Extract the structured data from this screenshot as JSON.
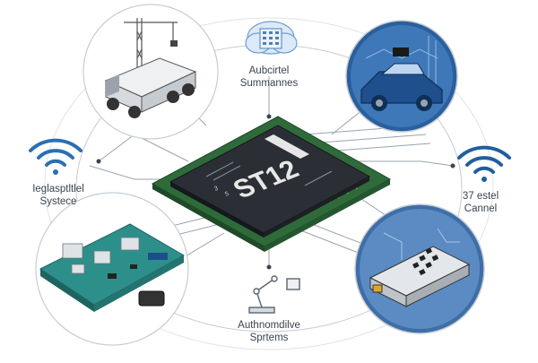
{
  "chip": {
    "label": "ST12",
    "fine_print": "",
    "small_marks": [
      "3",
      "5"
    ]
  },
  "labels": {
    "top": [
      "Aubcirtel",
      "Summannes"
    ],
    "left": [
      "Ieglasptltlel",
      "Systece"
    ],
    "right": [
      "37 estel",
      "Cannel"
    ],
    "bottom": [
      "Authnomdilve",
      "Sprtems"
    ]
  },
  "icons": {
    "top": "cloud-building-icon",
    "left": "wifi-icon",
    "right": "wifi-icon",
    "bottom": "robot-arm-icon"
  },
  "colors": {
    "chip_body": "#2b2f35",
    "pcb_green": "#2f6b3a",
    "accent_blue": "#1f5f9f",
    "line_gray": "#9aa3ad",
    "pcb_teal": "#2d8f8a"
  }
}
